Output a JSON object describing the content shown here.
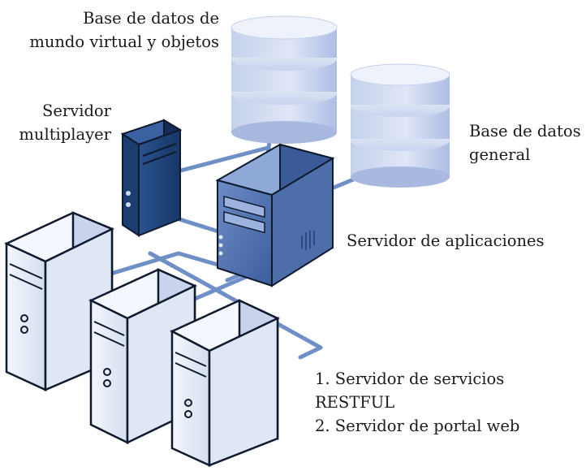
{
  "labels": {
    "db_world": [
      "Base de datos de",
      "mundo virtual y objetos"
    ],
    "multiplayer": [
      "Servidor",
      "multiplayer"
    ],
    "db_general": [
      "Base de datos",
      "general"
    ],
    "app_server": "Servidor de aplicaciones",
    "services": [
      "1. Servidor de servicios",
      "RESTFUL",
      "2. Servidor de portal web"
    ]
  },
  "colors": {
    "link": "#6e90c7",
    "database": "#b8c6e6",
    "multiplayer_server": "#22457e",
    "app_server": "#4d6ea9",
    "web_server": "#e7ecf7",
    "outline": "#0e1a2e"
  }
}
